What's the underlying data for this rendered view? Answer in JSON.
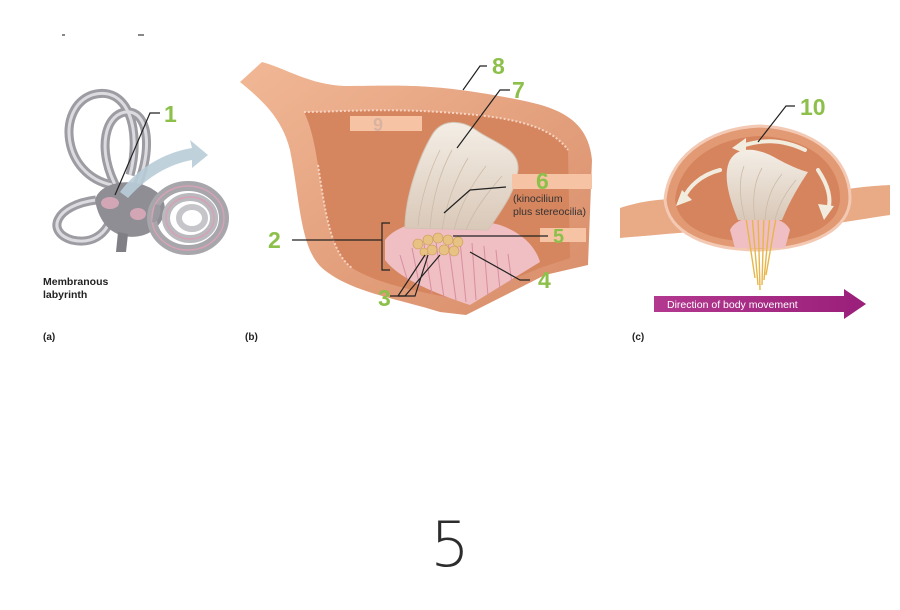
{
  "labels": {
    "n1": "1",
    "n2": "2",
    "n3": "3",
    "n4": "4",
    "n5": "5",
    "n6": "6",
    "n7": "7",
    "n8": "8",
    "n9": "9",
    "n10": "10",
    "kinocilium_line1": "(kinocilium",
    "kinocilium_line2": "plus stereocilia)",
    "membranous_line1": "Membranous",
    "membranous_line2": "labyrinth",
    "direction": "Direction of body movement"
  },
  "panels": {
    "a": "(a)",
    "b": "(b)",
    "c": "(c)"
  },
  "page_number": "5",
  "colors": {
    "label_green": "#8dc04a",
    "tissue": "#e8a985",
    "tissue_dark": "#c9765a",
    "cavity": "#d98962",
    "cupula": "#ece4da",
    "hair_cells": "#e9c58c",
    "epithelium": "#f1c3c3",
    "blank_box": "#f6c4a5",
    "arrow_purple": "#a0207e",
    "labyrinth_gray": "#a9a9ad"
  }
}
